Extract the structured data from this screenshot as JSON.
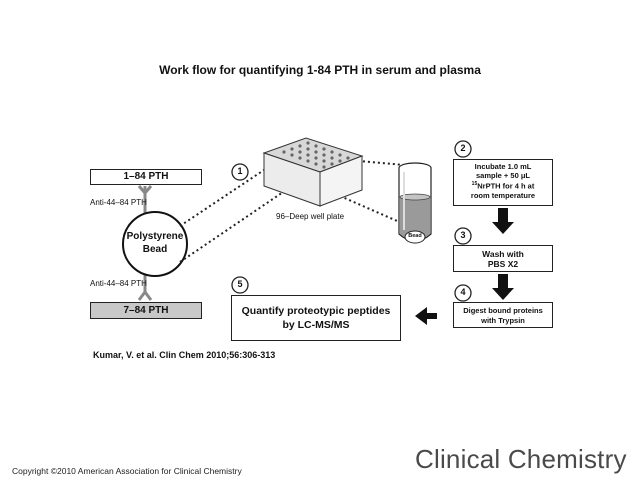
{
  "title": "Work flow for quantifying 1-84 PTH in serum and plasma",
  "pth_top": "1–84 PTH",
  "pth_bottom": "7–84 PTH",
  "antibody_top": "Anti-44–84 PTH",
  "antibody_bottom": "Anti-44–84 PTH",
  "bead": {
    "line1": "Polystyrene",
    "line2": "Bead"
  },
  "plate_label": "96–Deep well plate",
  "tube_label": "Bead",
  "steps": [
    {
      "number": "1"
    },
    {
      "number": "2",
      "lines": [
        "Incubate 1.0 mL",
        "sample + 50 μL"
      ],
      "sup": "15",
      "line3": "NrPTH for 4 h at",
      "line4": "room temperature"
    },
    {
      "number": "3",
      "lines": [
        "Wash with",
        "PBS X2"
      ]
    },
    {
      "number": "4",
      "lines": [
        "Digest bound proteins",
        "with Trypsin"
      ]
    },
    {
      "number": "5",
      "lines": [
        "Quantify proteotypic peptides",
        "by LC-MS/MS"
      ]
    }
  ],
  "citation": "Kumar, V. et al. Clin Chem 2010;56:306-313",
  "copyright": "Copyright ©2010 American Association for Clinical Chemistry",
  "journal": "Clinical Chemistry"
}
